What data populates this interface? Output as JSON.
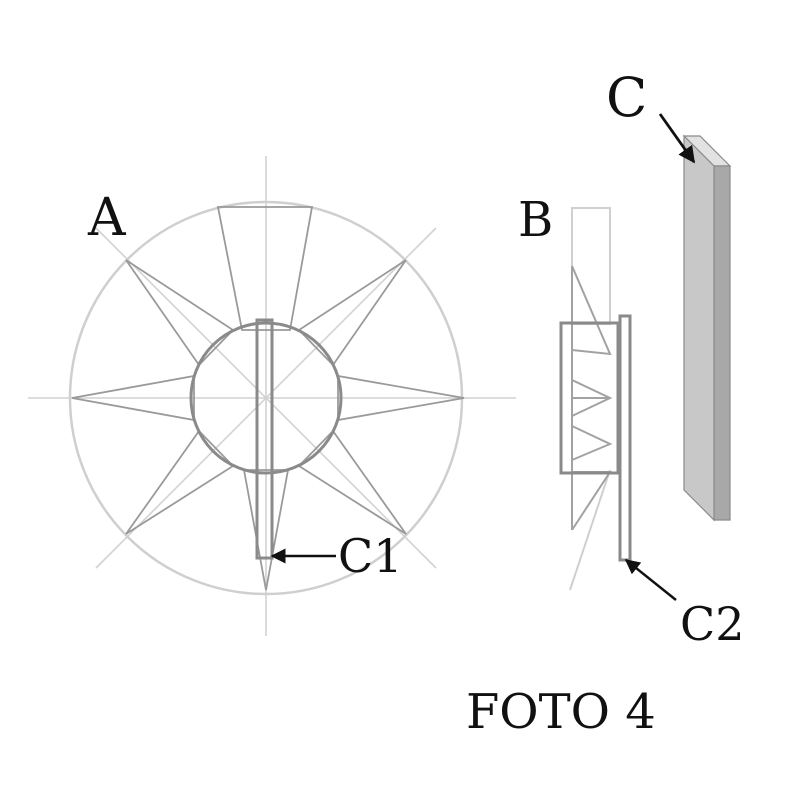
{
  "labels": {
    "a": "A",
    "b": "B",
    "c": "C",
    "c1": "C1",
    "c2": "C2",
    "caption": "FOTO 4"
  },
  "colors": {
    "light_line": "#cfcfcf",
    "medium_line": "#9a9a9a",
    "dark_line": "#8a8a8a",
    "text": "#111111",
    "board_front": "#c8c8c8",
    "board_top": "#e2e2e2",
    "board_side": "#a8a8a8",
    "arrow": "#111111"
  }
}
